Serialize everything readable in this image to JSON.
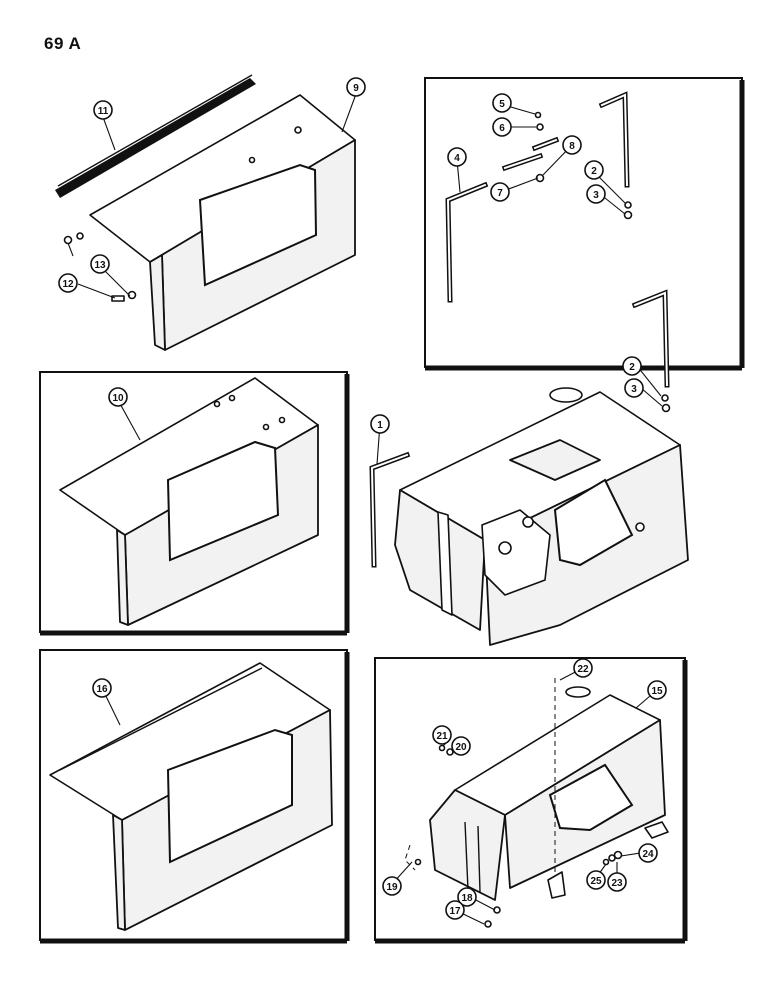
{
  "page": {
    "number": "69 A"
  },
  "callouts": [
    {
      "id": "c1",
      "label": "1"
    },
    {
      "id": "c2a",
      "label": "2"
    },
    {
      "id": "c2b",
      "label": "2"
    },
    {
      "id": "c3a",
      "label": "3"
    },
    {
      "id": "c3b",
      "label": "3"
    },
    {
      "id": "c4",
      "label": "4"
    },
    {
      "id": "c5",
      "label": "5"
    },
    {
      "id": "c6",
      "label": "6"
    },
    {
      "id": "c7",
      "label": "7"
    },
    {
      "id": "c8",
      "label": "8"
    },
    {
      "id": "c9",
      "label": "9"
    },
    {
      "id": "c10",
      "label": "10"
    },
    {
      "id": "c11",
      "label": "11"
    },
    {
      "id": "c12",
      "label": "12"
    },
    {
      "id": "c13",
      "label": "13"
    },
    {
      "id": "c15",
      "label": "15"
    },
    {
      "id": "c16",
      "label": "16"
    },
    {
      "id": "c17",
      "label": "17"
    },
    {
      "id": "c18",
      "label": "18"
    },
    {
      "id": "c19",
      "label": "19"
    },
    {
      "id": "c20",
      "label": "20"
    },
    {
      "id": "c21",
      "label": "21"
    },
    {
      "id": "c22",
      "label": "22"
    },
    {
      "id": "c23",
      "label": "23"
    },
    {
      "id": "c24",
      "label": "24"
    },
    {
      "id": "c25",
      "label": "25"
    }
  ]
}
